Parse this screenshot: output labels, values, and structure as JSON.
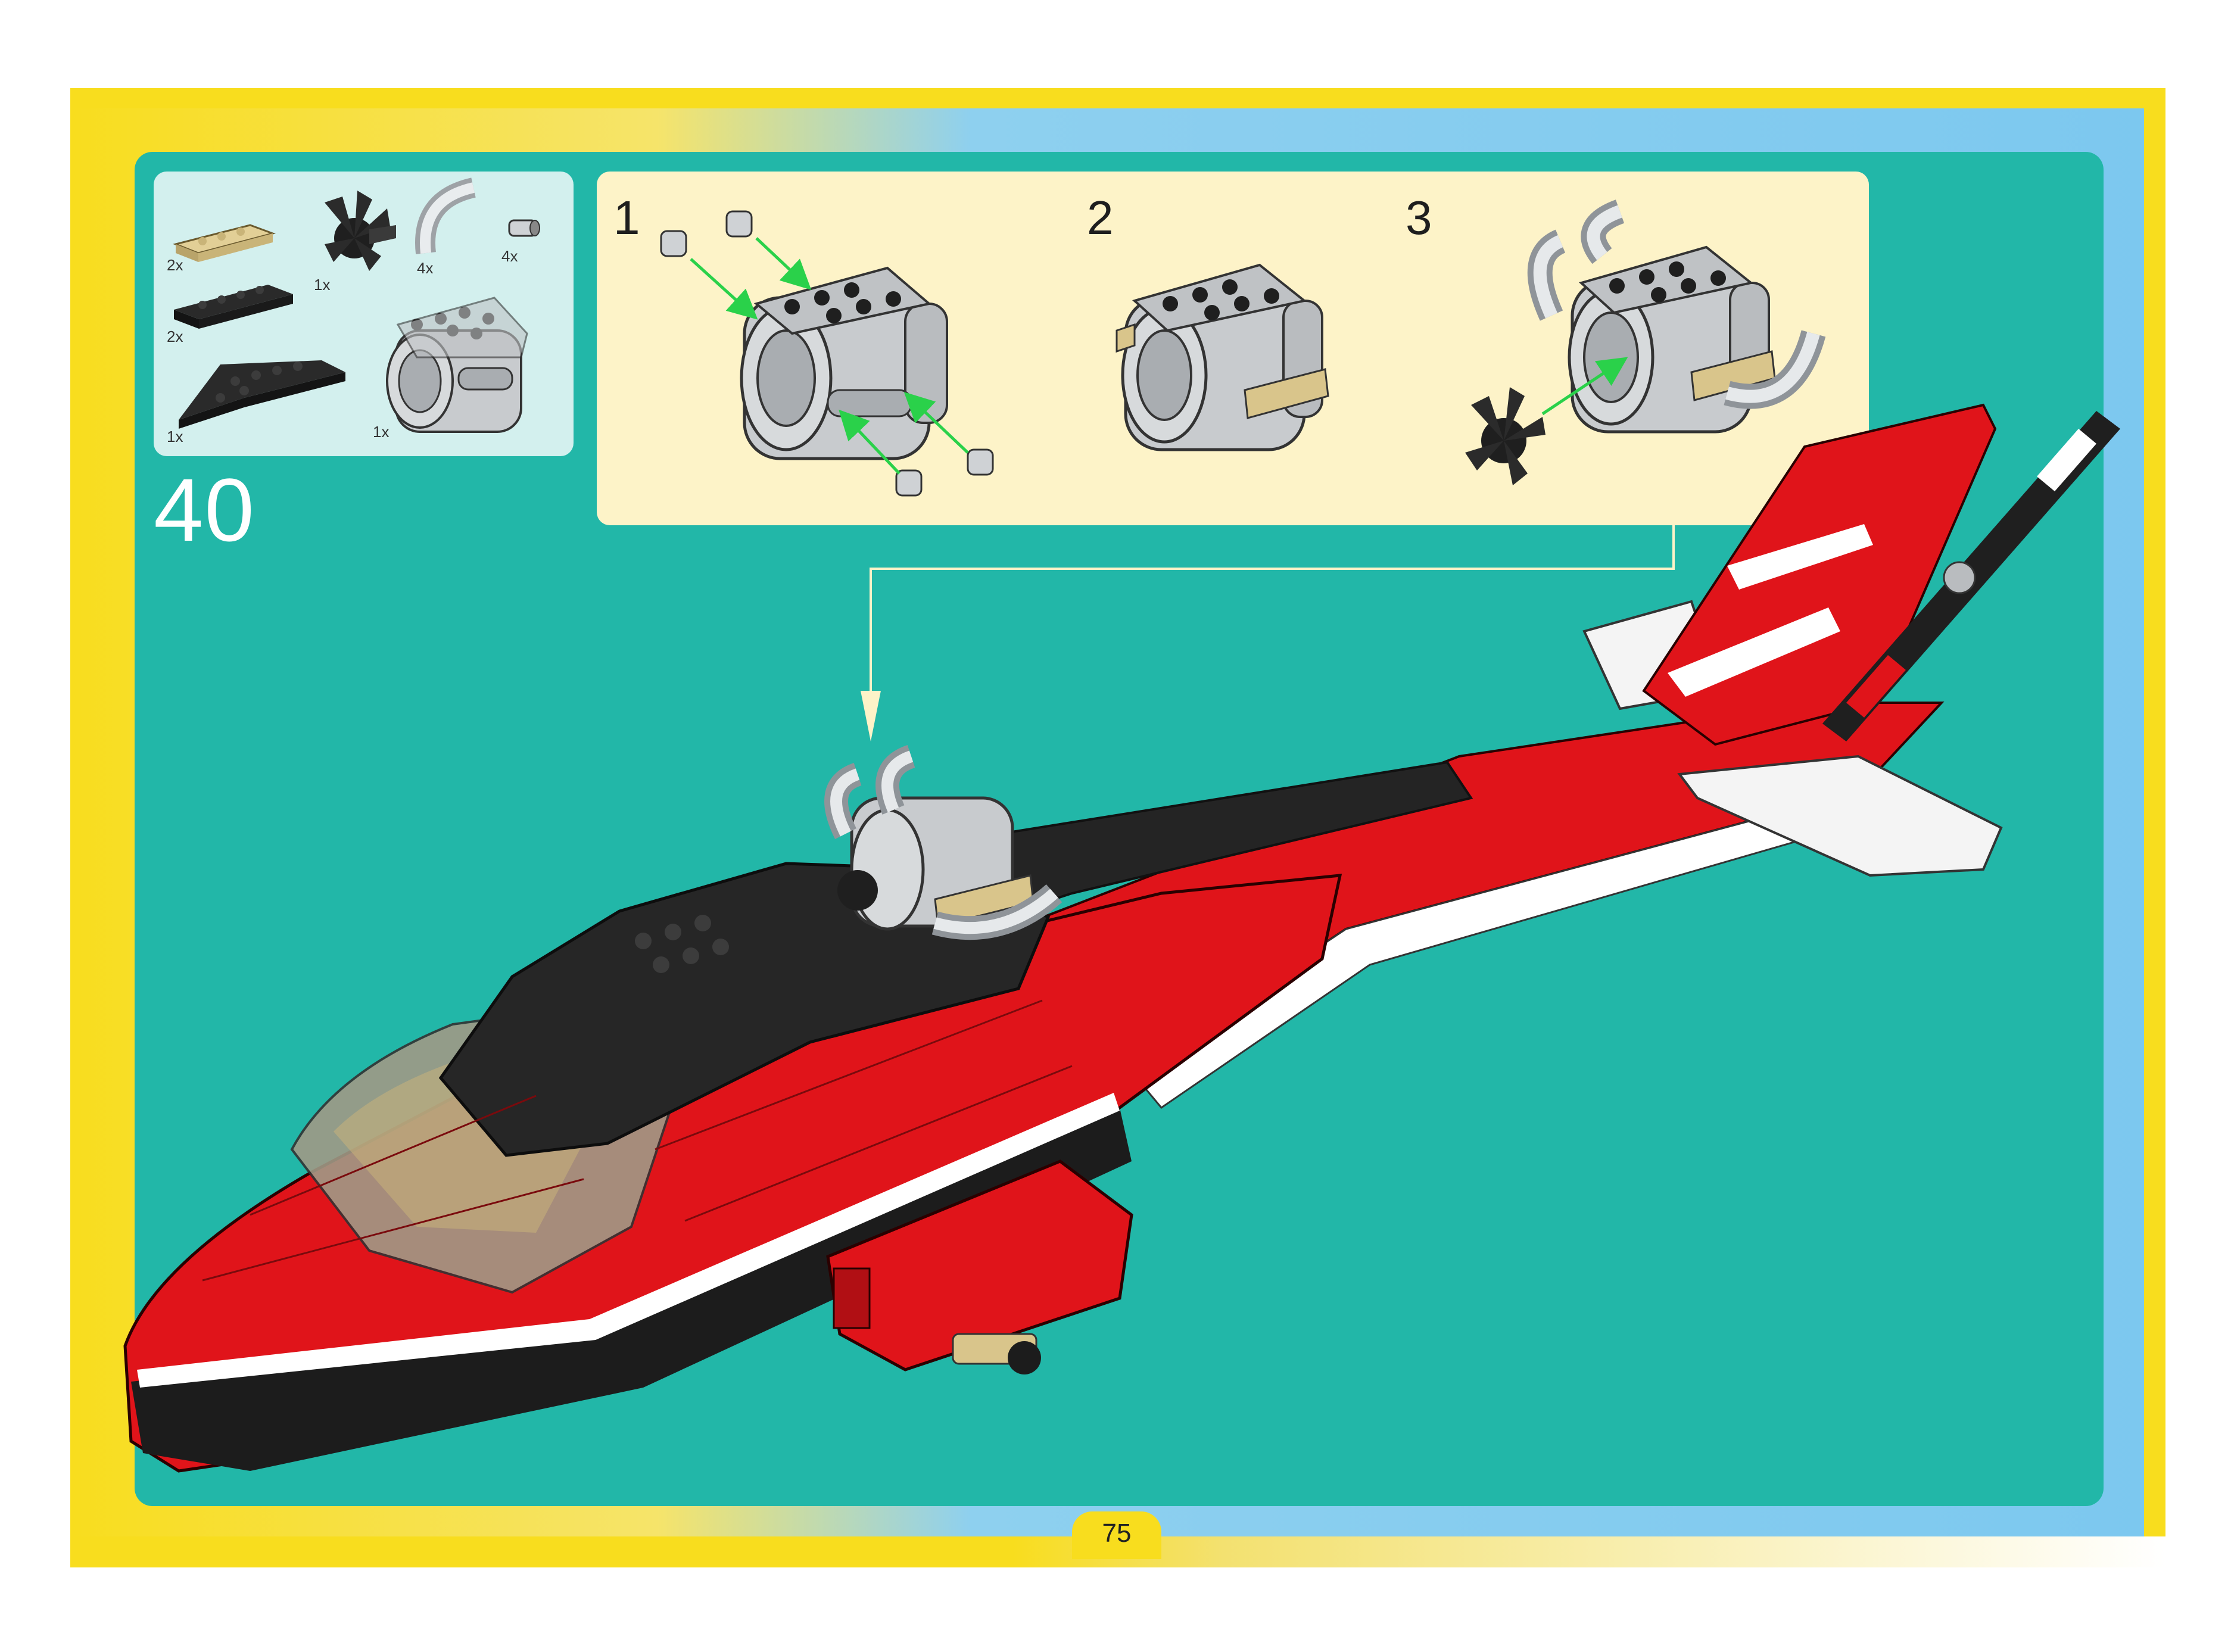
{
  "colors": {
    "frame_yellow": "#f8dd1e",
    "frame_blue": "#7cc8ef",
    "panel_teal": "#22b7a8",
    "parts_box_bg": "#d3f0ee",
    "subassembly_bg": "#fdf3c8",
    "brick_red": "#e0141a",
    "brick_black": "#1f1f1f",
    "brick_gray": "#b9bcbf",
    "brick_tan": "#d9c58b",
    "arrow_green": "#2ad14a"
  },
  "parts_list": [
    {
      "qty": "2x",
      "part": "tan-plate-1x4"
    },
    {
      "qty": "1x",
      "part": "black-propeller"
    },
    {
      "qty": "4x",
      "part": "gray-curved-pipe"
    },
    {
      "qty": "4x",
      "part": "gray-pin"
    },
    {
      "qty": "2x",
      "part": "black-plate-1x6"
    },
    {
      "qty": "1x",
      "part": "black-wedge-plate"
    },
    {
      "qty": "1x",
      "part": "gray-engine-housing"
    }
  ],
  "step_number": "40",
  "substeps": [
    "1",
    "2",
    "3"
  ],
  "page_number": "75"
}
